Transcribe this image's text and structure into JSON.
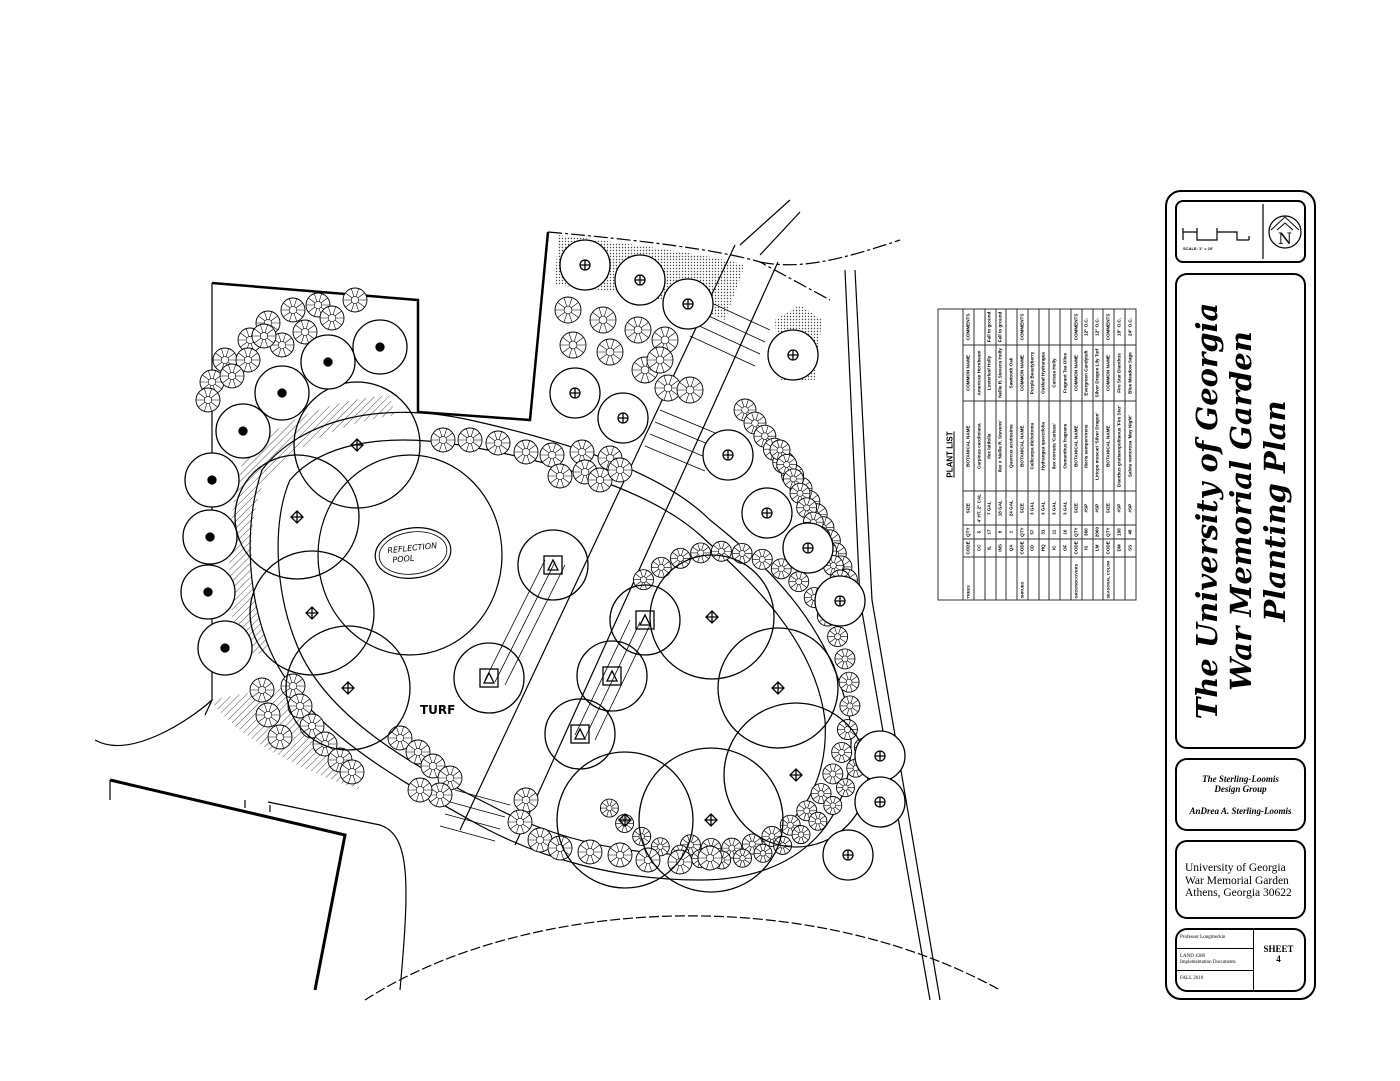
{
  "plan": {
    "labels": {
      "reflection_pool_line1": "REFLECTION",
      "reflection_pool_line2": "POOL",
      "turf": "TURF"
    }
  },
  "plant_list": {
    "title": "PLANT LIST",
    "headers": [
      "CODE",
      "QTY",
      "SIZE",
      "BOTANICAL NAME",
      "COMMON NAME",
      "COMMENTS"
    ],
    "sections": [
      {
        "category": "TREES",
        "rows": [
          [
            "CC",
            "5",
            "4' HT, 2\" CAL",
            "Carpinus caroliniana",
            "American Hornbeam",
            ""
          ],
          [
            "IL",
            "17",
            "7 GAL",
            "Ilex latifolia",
            "Lusterleaf Holly",
            "Fall to ground"
          ],
          [
            "INS",
            "8",
            "18 GAL",
            "Ilex x 'Nellie R. Stevens'",
            "Nellie R. Stevens Holly",
            "Fall to ground"
          ],
          [
            "QA",
            "1",
            "24 GAL",
            "Quercus acutissima",
            "Sawtooth Oak",
            ""
          ]
        ]
      },
      {
        "category": "SHRUBS",
        "rows": [
          [
            "CD",
            "57",
            "3 GAL",
            "Callicarpa dichotoma",
            "Purple Beautyberry",
            ""
          ],
          [
            "HQ",
            "31",
            "3 GAL",
            "Hydrangea quercifolia",
            "Oakleaf Hydrangea",
            ""
          ],
          [
            "IC",
            "11",
            "3 GAL",
            "Ilex cornuta 'Carissa'",
            "Carissa Holly",
            ""
          ],
          [
            "OF",
            "16",
            "3 GAL",
            "Osmanthus fragrans",
            "Fragrant Tea Olive",
            ""
          ]
        ]
      },
      {
        "category": "GROUNDCOVERS",
        "rows": [
          [
            "IS",
            "360",
            "#SP",
            "Iberis sempervirens",
            "Evergreen Candytuft",
            "12\" O.C."
          ],
          [
            "LM",
            "2060",
            "#SP",
            "Liriope muscari 'Silver Dragon'",
            "Silver Dragon Lily Turf",
            "12\" O.C."
          ]
        ]
      },
      {
        "category": "SEASONAL COLOR",
        "rows": [
          [
            "DM",
            "198",
            "#SP",
            "Dianthus gratianopolitanus 'Fire Star'",
            "Fire Star Dianthus",
            "18\" O.C."
          ],
          [
            "SS",
            "48",
            "#SP",
            "Salvia nemorosa 'May Night'",
            "Blue Meadow Sage",
            "24\" O.C."
          ]
        ]
      }
    ]
  },
  "title_block": {
    "scale_text": "SCALE: 1\" = 20'",
    "north_label": "N",
    "title_line1": "The University of Georgia",
    "title_line2": "War Memorial Garden",
    "title_line3": "Planting Plan",
    "group_line1": "The Sterling-Loomis",
    "group_line2": "Design Group",
    "designer": "AnDrea A. Sterling-Loomis",
    "address_line1": "University of Georgia",
    "address_line2": "War Memorial Garden",
    "address_line3": "Athens, Georgia  30622",
    "professor": "Professor Longmeckin",
    "course_line1": "LAND 4380",
    "course_line2": "Implementation Documents",
    "term": "FALL 2010",
    "sheet_label": "SHEET",
    "sheet_number": "4"
  }
}
